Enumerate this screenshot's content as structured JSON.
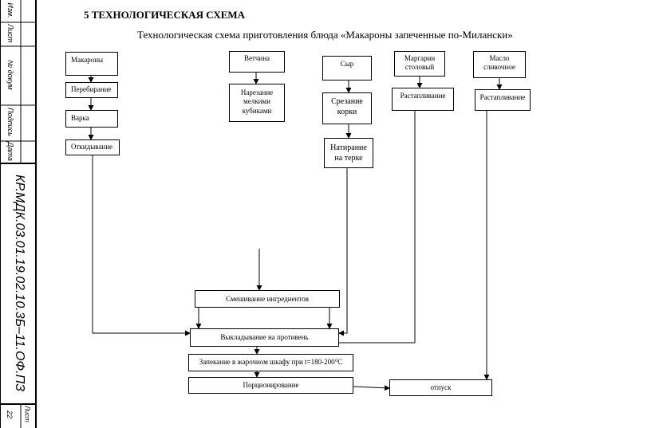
{
  "stamp": {
    "labels": [
      "Изм.",
      "Лист",
      "№ докум",
      "Подпись",
      "Дата"
    ],
    "doc_code": "КР.МДК.03.01.19.02.10.3Б–11.ОФ.ПЗ",
    "sheet_label": "Лист",
    "sheet_number": "22"
  },
  "header": {
    "title": "5 ТЕХНОЛОГИЧЕСКАЯ СХЕМА",
    "subtitle": "Технологическая схема приготовления блюда «Макароны запеченные по-Милански»"
  },
  "steps": {
    "makarony": "Макароны",
    "perebiranie": "Перебирание",
    "varka": "Варка",
    "otkidyvanie": "Откидывание",
    "vetchina": "Ветчина",
    "narezanie": [
      "Нарезание",
      "мелкими",
      "кубиками"
    ],
    "syr": "Сыр",
    "srezanie": [
      "Срезание",
      "корки"
    ],
    "natiranie": [
      "Натирание",
      "на терке"
    ],
    "margarin": [
      "Маргарин",
      "столовый"
    ],
    "rastaplivanie_1": "Растапливание",
    "maslo": [
      "Масло",
      "сливочное"
    ],
    "rastaplivanie_2": "Растапливание",
    "smeshivanie": "Смешивание  ингредиентов",
    "vykladyvanie": "Выкладывание на противень",
    "zapekanie": "Запекание в жарочном шкафу при t=180-200°С",
    "porcionirovanie": "Порционирование",
    "otpusk": "отпуск"
  }
}
